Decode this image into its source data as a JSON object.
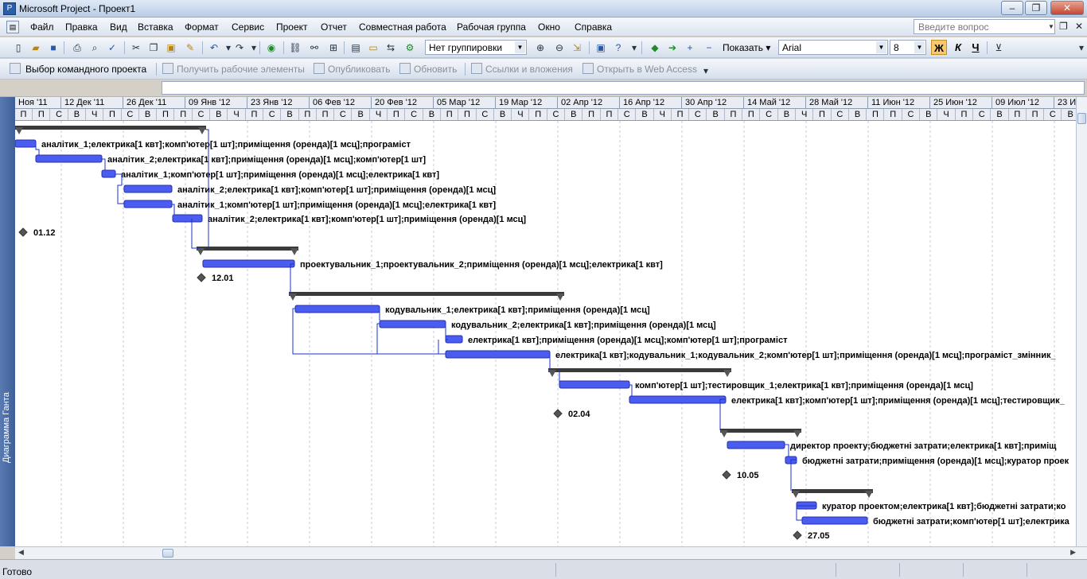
{
  "window": {
    "title": "Microsoft Project - Проект1"
  },
  "menu": [
    "Файл",
    "Правка",
    "Вид",
    "Вставка",
    "Формат",
    "Сервис",
    "Проект",
    "Отчет",
    "Совместная работа",
    "Рабочая группа",
    "Окно",
    "Справка"
  ],
  "help": {
    "placeholder": "Введите вопрос"
  },
  "toolbar": {
    "grouping": "Нет группировки",
    "show_label": "Показать",
    "font": "Arial",
    "font_size": "8",
    "bold": "Ж",
    "italic": "К",
    "underline": "Ч"
  },
  "toolbar2": {
    "select_project": "Выбор командного проекта",
    "get_items": "Получить рабочие элементы",
    "publish": "Опубликовать",
    "refresh": "Обновить",
    "links": "Ссылки и вложения",
    "web_access": "Открыть в Web Access"
  },
  "view_label": "Диаграмма Ганта",
  "timescale": {
    "weeks": [
      "Ноя '11",
      "12 Дек '11",
      "26 Дек '11",
      "09 Янв '12",
      "23 Янв '12",
      "06 Фев '12",
      "20 Фев '12",
      "05 Мар '12",
      "19 Мар '12",
      "02 Апр '12",
      "16 Апр '12",
      "30 Апр '12",
      "14 Май '12",
      "28 Май '12",
      "11 Июн '12",
      "25 Июн '12",
      "09 Июл '12",
      "23 Ию"
    ],
    "day_pattern": [
      "П",
      "В",
      "С",
      "Ч",
      "П",
      "С",
      "В"
    ],
    "day_columns": [
      "П",
      "П",
      "С",
      "В",
      "Ч",
      "П",
      "С",
      "В",
      "П",
      "П",
      "С",
      "В",
      "Ч",
      "П",
      "С",
      "В",
      "П",
      "П",
      "С",
      "В",
      "Ч",
      "П",
      "С",
      "В",
      "П",
      "П",
      "С",
      "В",
      "Ч",
      "П",
      "С",
      "В",
      "П",
      "П",
      "С",
      "В",
      "Ч",
      "П",
      "С",
      "В",
      "П",
      "П",
      "С",
      "В",
      "Ч",
      "П",
      "С",
      "В",
      "П",
      "П",
      "С",
      "В",
      "Ч",
      "П",
      "С",
      "В",
      "П",
      "П",
      "С",
      "В",
      "Ч",
      "П",
      "С",
      "В"
    ]
  },
  "gantt": {
    "summaries": [
      {
        "label": ""
      },
      {
        "label": ""
      },
      {
        "label": ""
      },
      {
        "label": ""
      },
      {
        "label": ""
      },
      {
        "label": ""
      }
    ],
    "tasks": [
      "аналітик_1;електрика[1 квт];комп'ютер[1 шт];приміщення (оренда)[1 мсц];програміст",
      "аналітик_2;електрика[1 квт];приміщення (оренда)[1 мсц];комп'ютер[1 шт]",
      "аналітик_1;комп'ютер[1 шт];приміщення (оренда)[1 мсц];електрика[1 квт]",
      "аналітик_2;електрика[1 квт];комп'ютер[1 шт];приміщення (оренда)[1 мсц]",
      "аналітик_1;комп'ютер[1 шт];приміщення (оренда)[1 мсц];електрика[1 квт]",
      "аналітик_2;електрика[1 квт];комп'ютер[1 шт];приміщення (оренда)[1 мсц]",
      "проектувальник_1;проектувальник_2;приміщення (оренда)[1 мсц];електрика[1 квт]",
      "кодувальник_1;електрика[1 квт];приміщення (оренда)[1 мсц]",
      "кодувальник_2;електрика[1 квт];приміщення (оренда)[1 мсц]",
      "електрика[1 квт];приміщення (оренда)[1 мсц];комп'ютер[1 шт];програміст",
      "електрика[1 квт];кодувальник_1;кодувальник_2;комп'ютер[1 шт];приміщення (оренда)[1 мсц];програміст_змінник_",
      "комп'ютер[1 шт];тестировщик_1;електрика[1 квт];приміщення (оренда)[1 мсц]",
      "електрика[1 квт];комп'ютер[1 шт];приміщення (оренда)[1 мсц];тестировщик_",
      "директор проекту;бюджетні затрати;електрика[1 квт];приміщ",
      "бюджетні затрати;приміщення (оренда)[1 мсц];куратор проек",
      "куратор проектом;електрика[1 квт];бюджетні затрати;ко",
      "бюджетні затрати;комп'ютер[1 шт];електрика"
    ],
    "milestones": [
      "01.12",
      "12.01",
      "02.04",
      "10.05",
      "27.05"
    ]
  },
  "status": "Готово"
}
